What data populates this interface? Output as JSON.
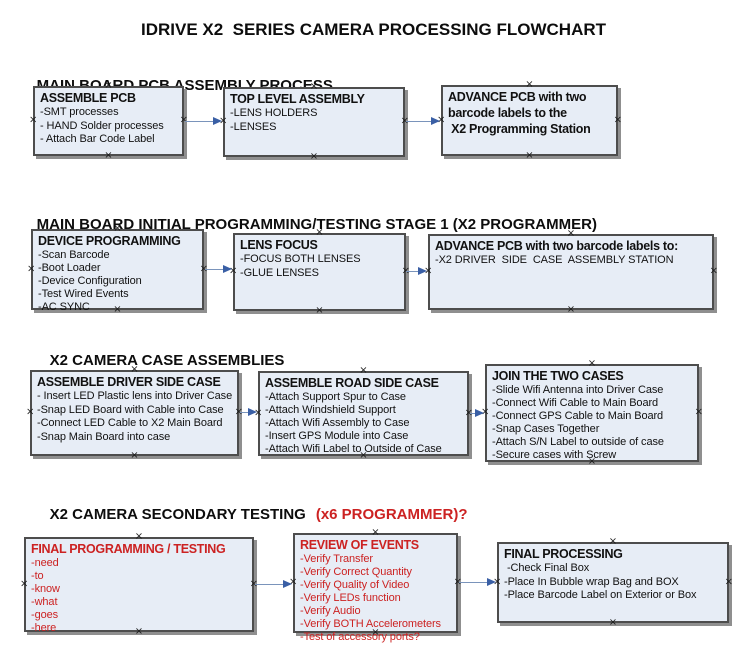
{
  "title": "IDRIVE X2  SERIES CAMERA PROCESSING FLOWCHART",
  "icons": {
    "connection_point": "×"
  },
  "colors": {
    "box_fill": "#e7edf6",
    "box_border": "#4d4d4d",
    "box_shadow": "#8f8f8f",
    "arrow_line": "#7a94bb",
    "arrow_head": "#3a5fa5",
    "red_text": "#cc2222",
    "black_text": "#0d0d0d"
  },
  "sections": [
    {
      "header": "MAIN BOARD PCB ASSEMBLY PROCESS"
    },
    {
      "header": "MAIN BOARD INITIAL PROGRAMMING/TESTING STAGE 1 (X2 PROGRAMMER)"
    },
    {
      "header": "X2 CAMERA CASE ASSEMBLIES"
    },
    {
      "header": "X2 CAMERA SECONDARY TESTING",
      "header_red": "(x6 PROGRAMMER)?"
    }
  ],
  "boxes": {
    "assemble_pcb": {
      "title": "ASSEMBLE PCB",
      "items": [
        "-SMT processes",
        "- HAND Solder processes",
        "- Attach Bar Code Label"
      ]
    },
    "top_level_assembly": {
      "title": "TOP LEVEL ASSEMBLY",
      "items": [
        "-LENS HOLDERS",
        "-LENSES"
      ]
    },
    "advance_pcb_programming": {
      "title": "ADVANCE PCB with two\nbarcode labels to the\n X2 Programming Station",
      "items": []
    },
    "device_programming": {
      "title": "DEVICE PROGRAMMING",
      "items": [
        "-Scan Barcode",
        "-Boot Loader",
        "-Device Configuration",
        "-Test Wired Events",
        "-AC SYNC"
      ]
    },
    "lens_focus": {
      "title": "LENS FOCUS",
      "items": [
        "-FOCUS BOTH LENSES",
        "-GLUE LENSES"
      ]
    },
    "advance_pcb_case": {
      "title": "ADVANCE PCB with two barcode labels to:",
      "items": [
        "-X2 DRIVER  SIDE  CASE  ASSEMBLY STATION"
      ]
    },
    "assemble_driver_side_case": {
      "title": "ASSEMBLE DRIVER SIDE CASE",
      "items": [
        "- Insert LED Plastic lens into Driver Case",
        "-Snap LED Board with Cable into Case",
        "-Connect LED Cable to X2 Main Board",
        "-Snap Main Board into case"
      ]
    },
    "assemble_road_side_case": {
      "title": "ASSEMBLE ROAD SIDE CASE",
      "items": [
        "-Attach Support Spur to Case",
        "-Attach Windshield Support",
        "-Attach Wifi Assembly to Case",
        "-Insert GPS Module into Case",
        "-Attach Wifi Label to Outside of Case"
      ]
    },
    "join_the_two_cases": {
      "title": "JOIN THE TWO CASES",
      "items": [
        "-Slide Wifi Antenna into Driver Case",
        "-Connect Wifi Cable to Main Board",
        "-Connect GPS Cable to Main Board",
        "-Snap Cases Together",
        "-Attach S/N Label to outside of case",
        "-Secure cases with Screw"
      ]
    },
    "final_programming_testing": {
      "title": "FINAL PROGRAMMING / TESTING",
      "items": [
        "-need",
        "-to",
        "-know",
        "-what",
        "-goes",
        "-here"
      ]
    },
    "review_of_events": {
      "title": "REVIEW OF EVENTS",
      "items": [
        "-Verify Transfer",
        "-Verify Correct Quantity",
        "-Verify Quality of Video",
        "-Verify LEDs function",
        "-Verify Audio",
        "-Verify BOTH Accelerometers",
        "-Test of accessory ports?"
      ]
    },
    "final_processing": {
      "title": "FINAL PROCESSING",
      "items": [
        " -Check Final Box",
        "-Place In Bubble wrap Bag and BOX",
        "-Place Barcode Label on Exterior or Box"
      ]
    }
  }
}
